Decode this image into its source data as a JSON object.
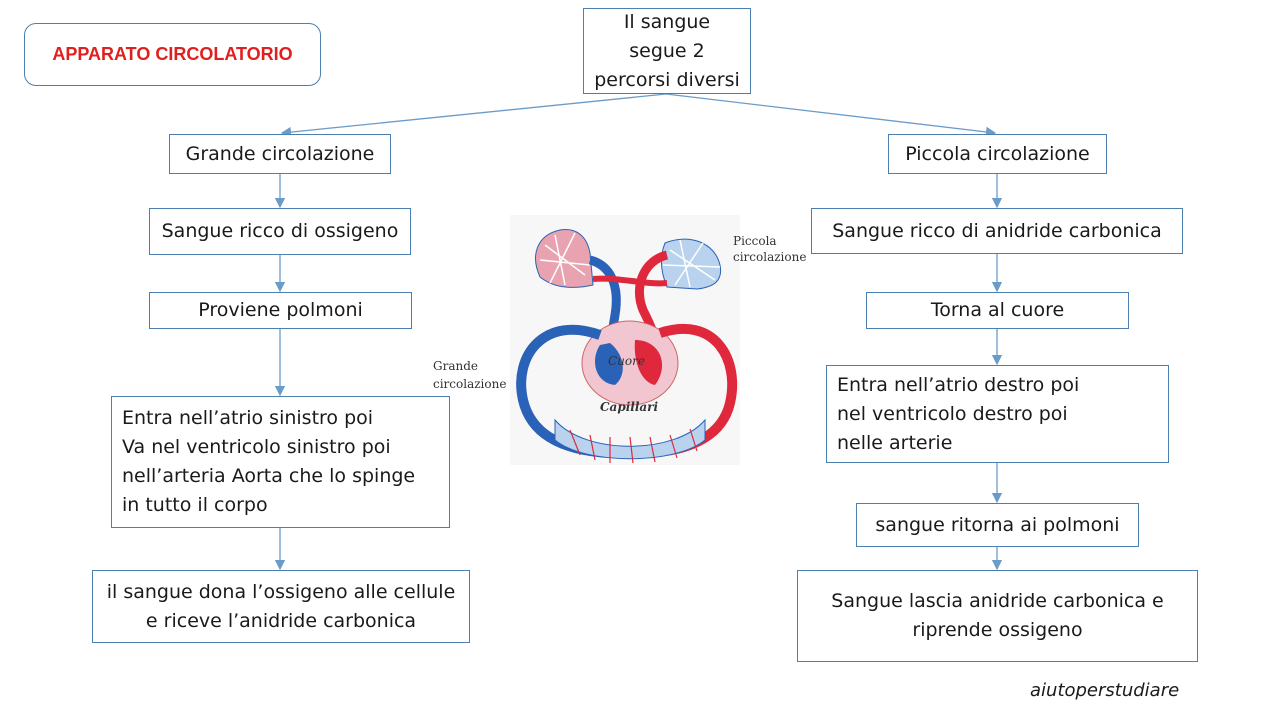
{
  "title": "APPARATO CIRCOLATORIO",
  "root": "Il sangue\nsegue 2\npercorsi diversi",
  "left": {
    "heading": "Grande circolazione",
    "step1": "Sangue ricco di ossigeno",
    "step2": "Proviene polmoni",
    "step3": "Entra nell’atrio sinistro poi\nVa nel ventricolo sinistro poi\nnell’arteria Aorta che lo spinge\nin tutto il corpo",
    "step4": "il sangue dona l’ossigeno alle cellule\ne riceve l’anidride carbonica"
  },
  "right": {
    "heading": "Piccola circolazione",
    "step1": "Sangue ricco di anidride carbonica",
    "step2": "Torna al cuore",
    "step3": "Entra nell’atrio destro poi\nnel ventricolo destro poi\nnelle arterie",
    "step4": "sangue ritorna ai polmoni",
    "step5": "Sangue lascia anidride carbonica e\nriprende ossigeno"
  },
  "figure": {
    "label_piccola": [
      "Piccola",
      "circolazione"
    ],
    "label_grande": [
      "Grande",
      "circolazione"
    ],
    "label_cuore": "Cuore",
    "label_capillari": "Capillari",
    "colors": {
      "oxygenated": "#e0283c",
      "deoxygenated": "#2a62b8",
      "heart": "#f2c6d0"
    }
  },
  "watermark": "aiutoperstudiare",
  "colors": {
    "title": "#e0201e",
    "border": "#4a7fb0",
    "arrow": "#6a9cc9"
  }
}
